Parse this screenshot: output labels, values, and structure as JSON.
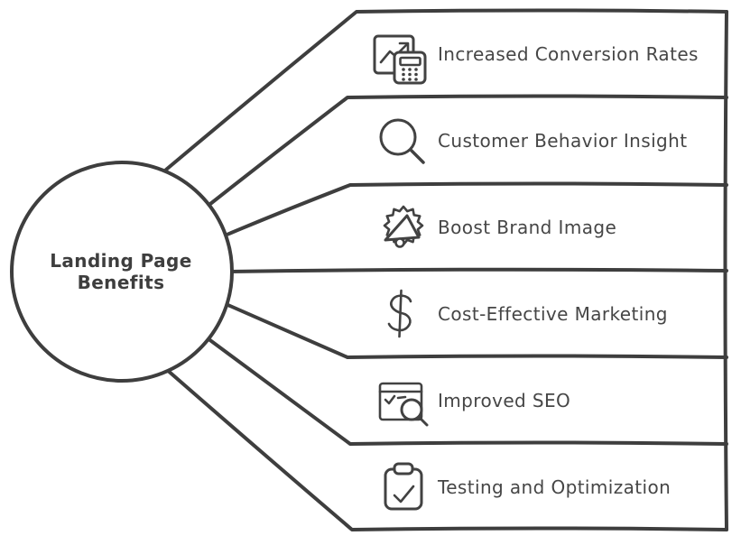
{
  "diagram": {
    "type": "mindmap-fan",
    "background_color": "#ffffff",
    "stroke_color": "#3e3e3e",
    "text_color": "#464646",
    "center": {
      "label": "Landing Page Benefits",
      "lines": [
        "Landing Page",
        "Benefits"
      ]
    },
    "rows": [
      {
        "label": "Increased Conversion Rates",
        "icon": "chart-calculator-icon"
      },
      {
        "label": "Customer Behavior Insight",
        "icon": "magnifying-glass-icon"
      },
      {
        "label": "Boost Brand Image",
        "icon": "megaphone-badge-icon"
      },
      {
        "label": "Cost-Effective Marketing",
        "icon": "dollar-sign-icon"
      },
      {
        "label": "Improved SEO",
        "icon": "browser-search-icon"
      },
      {
        "label": "Testing and Optimization",
        "icon": "clipboard-check-icon"
      }
    ]
  }
}
